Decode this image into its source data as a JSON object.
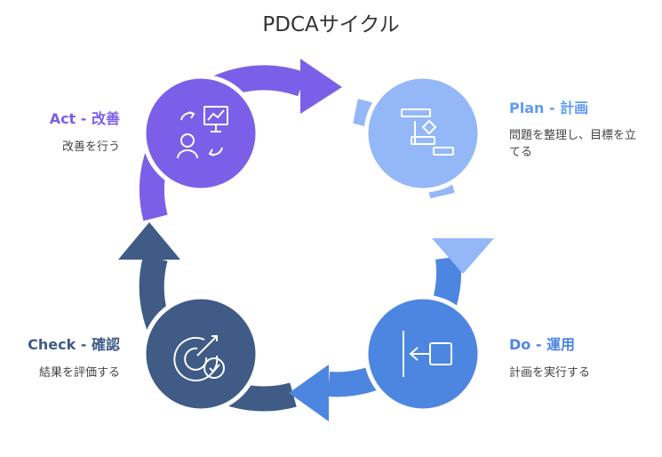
{
  "title": "PDCAサイクル",
  "colors": {
    "plan": "#94b8f7",
    "do": "#4d86e0",
    "check": "#3f5b86",
    "act": "#7b5fe8"
  },
  "stages": {
    "plan": {
      "label": "Plan - 計画",
      "description": "問題を整理し、目標を立てる",
      "description_lines": [
        "問題を整理し、目標を立",
        "てる"
      ],
      "icon": "gantt-chart-icon"
    },
    "do": {
      "label": "Do - 運用",
      "description": "計画を実行する",
      "icon": "exit-arrow-icon"
    },
    "check": {
      "label": "Check - 確認",
      "description": "結果を評価する",
      "icon": "target-check-icon"
    },
    "act": {
      "label": "Act - 改善",
      "description": "改善を行う",
      "icon": "presentation-person-icon"
    }
  }
}
